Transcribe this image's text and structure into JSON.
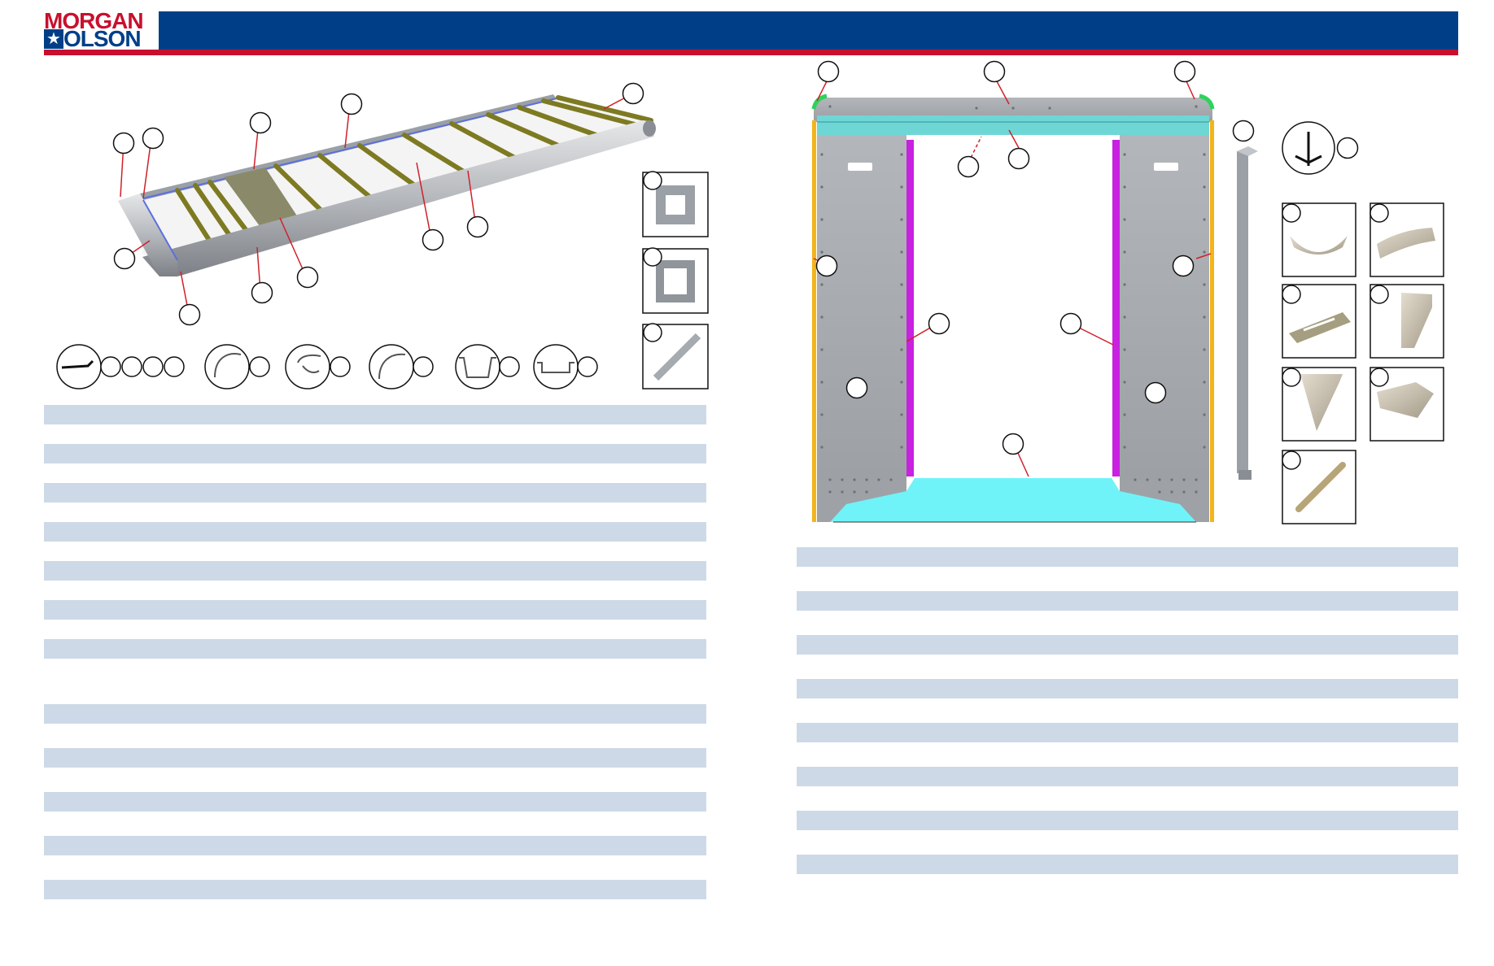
{
  "logo": {
    "line1": "MORGAN",
    "line2": "OLSON",
    "star": "★"
  },
  "colors": {
    "header_blue": "#003f87",
    "header_red": "#c8102e",
    "row_fill": "#cdd9e6",
    "callout_line": "#d0202a",
    "crossmember": "#7d7a22",
    "rail_blue": "#5b6fe0",
    "cyan": "#6ff3f8",
    "magenta": "#c821e0",
    "yellow": "#f3b41c",
    "green": "#2dd35a",
    "panel_gray": "#a3a6ab"
  },
  "icons": [
    "morgan-olson-logo",
    "floor-frame-diagram",
    "rear-frame-diagram",
    "profile-section-icons",
    "part-thumbnails"
  ],
  "left_rows": 12,
  "right_rows": 8
}
